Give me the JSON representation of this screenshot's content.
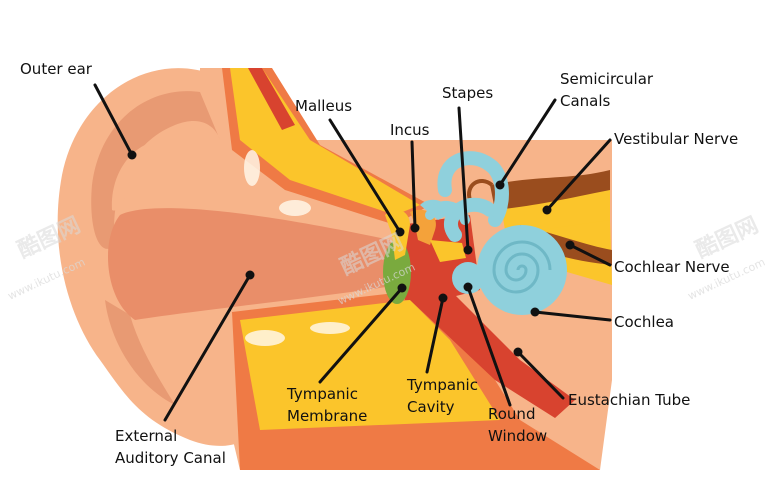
{
  "labels": {
    "outer_ear": "Outer ear",
    "malleus": "Malleus",
    "incus": "Incus",
    "stapes": "Stapes",
    "semicircular_line1": "Semicircular",
    "semicircular_line2": "Canals",
    "vestibular_nerve": "Vestibular Nerve",
    "cochlear_nerve": "Cochlear Nerve",
    "cochlea": "Cochlea",
    "eustachian_tube": "Eustachian Tube",
    "round_window_line1": "Round",
    "round_window_line2": "Window",
    "tympanic_cavity_line1": "Tympanic",
    "tympanic_cavity_line2": "Cavity",
    "tympanic_membrane_line1": "Tympanic",
    "tympanic_membrane_line2": "Membrane",
    "external_canal_line1": "External",
    "external_canal_line2": "Auditory Canal"
  },
  "watermark": {
    "brand": "酷图网",
    "url": "www.ikutu.com"
  },
  "colors": {
    "skin": "#f7b48a",
    "skin_dark": "#e89a73",
    "canal": "#e98e69",
    "yellow": "#fbc52b",
    "red": "#d8432f",
    "orange": "#ef7a45",
    "green": "#7aaa3e",
    "cyan": "#8fd0dc",
    "brown": "#9a4d1e",
    "line": "#111111"
  }
}
